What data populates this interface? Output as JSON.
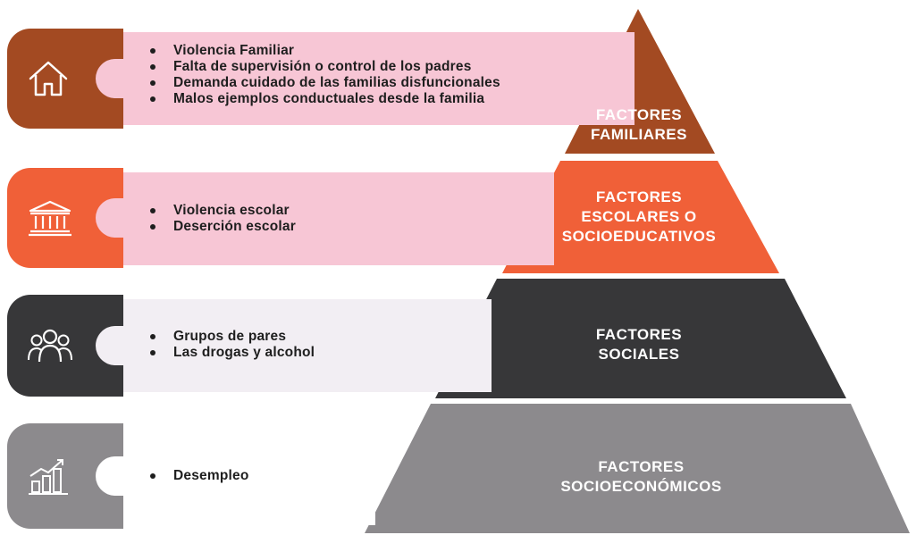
{
  "colors": {
    "familiares": "#a34a22",
    "escolares": "#f06038",
    "sociales": "#373739",
    "socioeconomicos": "#8c8a8d",
    "band_pink": "#f7c6d5",
    "band_light": "#f2eef3"
  },
  "levels": [
    {
      "label_line1": "FACTORES",
      "label_line2": "FAMILIARES",
      "icon": "house-icon",
      "items": [
        "Violencia Familiar",
        "Falta de supervisión o control de los padres",
        "Demanda cuidado de las familias disfuncionales",
        "Malos ejemplos conductuales desde la familia"
      ]
    },
    {
      "label_line1": "FACTORES",
      "label_line2": "ESCOLARES O",
      "label_line3": "SOCIOEDUCATIVOS",
      "icon": "school-building-icon",
      "items": [
        "Violencia escolar",
        "Deserción escolar"
      ]
    },
    {
      "label_line1": "FACTORES",
      "label_line2": "SOCIALES",
      "icon": "people-group-icon",
      "items": [
        "Grupos de pares",
        "Las drogas y alcohol"
      ]
    },
    {
      "label_line1": "FACTORES",
      "label_line2": "SOCIOECONÓMICOS",
      "icon": "growth-chart-icon",
      "items": [
        "Desempleo"
      ]
    }
  ]
}
